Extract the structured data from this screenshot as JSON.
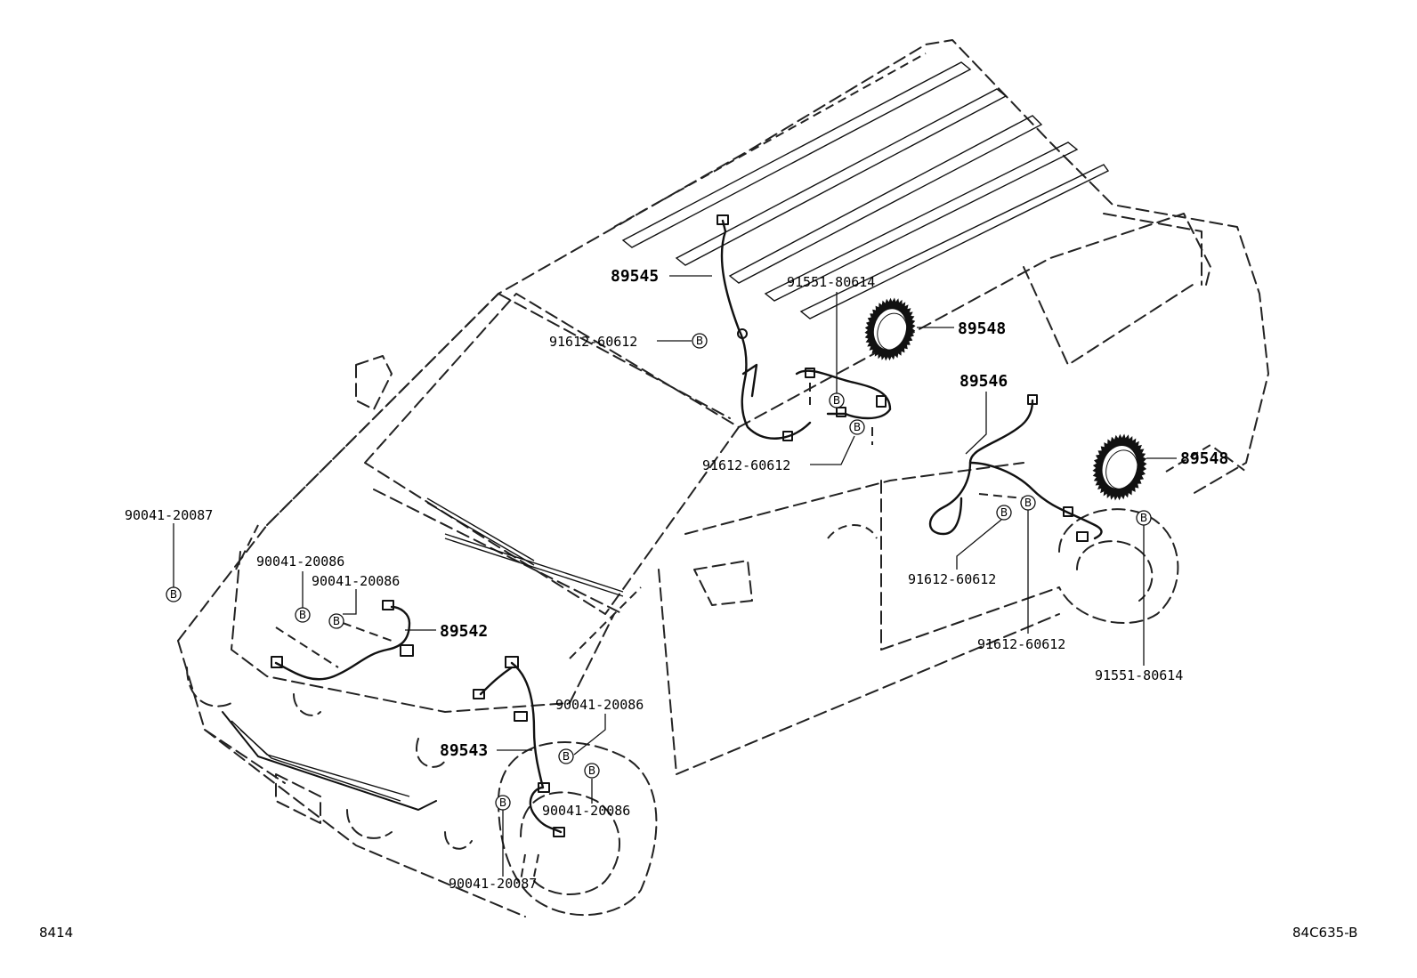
{
  "parts": {
    "p89545": "89545",
    "p89548_upper": "89548",
    "p89548_lower": "89548",
    "p89546": "89546",
    "p89542": "89542",
    "p89543": "89543",
    "p91551_upper": "91551-80614",
    "p91551_lower": "91551-80614",
    "p91612_a": "91612-60612",
    "p91612_b": "91612-60612",
    "p91612_c": "91612-60612",
    "p91612_d": "91612-60612",
    "p90041_87_left": "90041-20087",
    "p90041_87_bottom": "90041-20087",
    "p90041_86_a": "90041-20086",
    "p90041_86_b": "90041-20086",
    "p90041_86_c": "90041-20086",
    "p90041_86_d": "90041-20086"
  },
  "marker": "B",
  "corner_left": "8414",
  "corner_right": "84C635-B"
}
